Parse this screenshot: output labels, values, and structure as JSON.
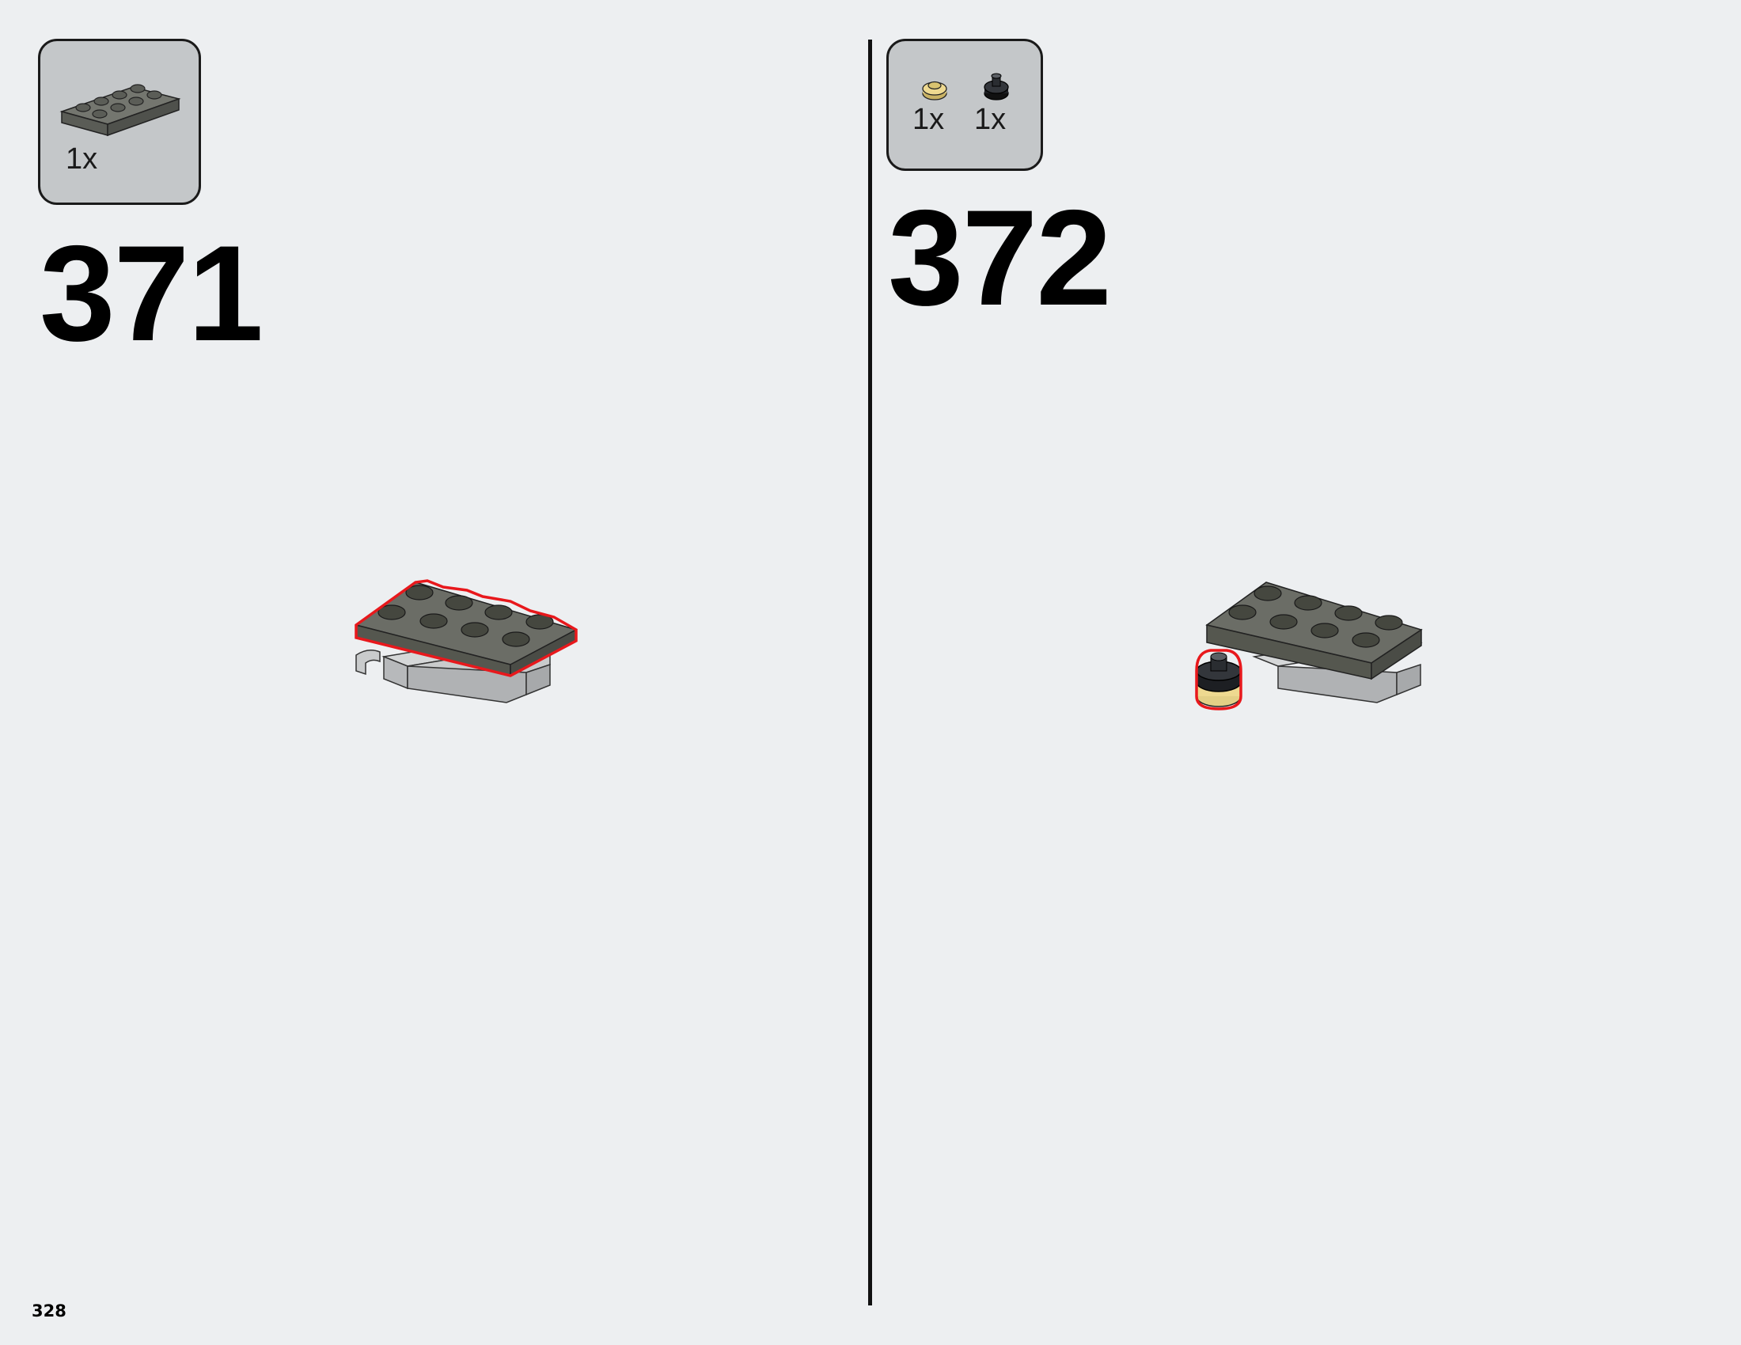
{
  "steps": [
    {
      "number": "371",
      "parts": [
        {
          "part": "dark-gray-plate-2x4-icon",
          "quantity": "1x"
        }
      ]
    },
    {
      "number": "372",
      "parts": [
        {
          "part": "tan-round-plate-1x1-icon",
          "quantity": "1x"
        },
        {
          "part": "black-round-plate-with-bar-icon",
          "quantity": "1x"
        }
      ]
    }
  ],
  "page_number": "328",
  "colors": {
    "background": "#edeff1",
    "parts_box": "#c4c7c9",
    "dark_gray_brick": "#6b6d66",
    "light_gray_brick": "#c9cbcc",
    "highlight": "#e8181c",
    "tan": "#e3cf86",
    "black": "#1d1f23"
  }
}
